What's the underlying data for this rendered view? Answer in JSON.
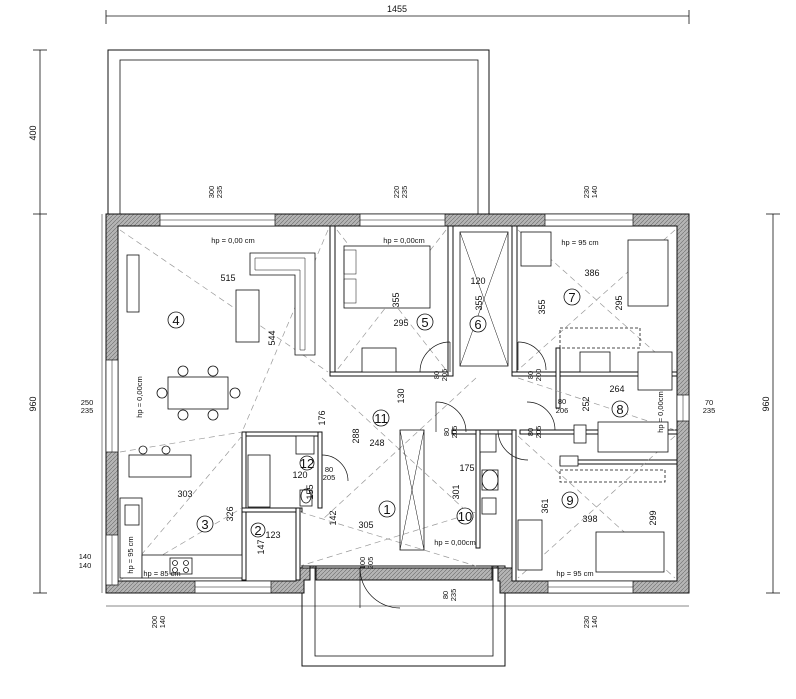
{
  "dimensions": {
    "overall_width": "1455",
    "terrace_depth": "400",
    "overall_depth_left": "960",
    "overall_depth_right": "960",
    "window_top_1": [
      "300",
      "235"
    ],
    "window_top_2": [
      "220",
      "235"
    ],
    "window_top_3": [
      "230",
      "140"
    ],
    "window_left": [
      "250",
      "235"
    ],
    "window_left_bottom": [
      "140",
      "140"
    ],
    "window_right": [
      "70",
      "235"
    ],
    "window_bottom_1": [
      "200",
      "140"
    ],
    "window_bottom_2": [
      "230",
      "140"
    ],
    "door_entry": [
      "100",
      "205"
    ],
    "door_bottom": [
      "80",
      "235"
    ],
    "door_5": [
      "80",
      "205"
    ],
    "door_7": [
      "80",
      "200"
    ],
    "door_8": [
      "80",
      "206"
    ],
    "door_9": [
      "80",
      "205"
    ],
    "door_11": [
      "80",
      "205"
    ],
    "door_12": [
      "80",
      "205"
    ]
  },
  "rooms": [
    {
      "num": "1",
      "w": "305",
      "h": "142"
    },
    {
      "num": "2",
      "w": "123",
      "h": "147"
    },
    {
      "num": "3",
      "w": "303",
      "h": "326"
    },
    {
      "num": "4",
      "w": "515",
      "h": "544"
    },
    {
      "num": "5",
      "w": "295",
      "h": "355"
    },
    {
      "num": "6",
      "w": "120",
      "h": "355"
    },
    {
      "num": "7",
      "w": "386",
      "h": "295"
    },
    {
      "num": "8",
      "w": "264",
      "h": "252"
    },
    {
      "num": "9",
      "w": "398",
      "h": "299"
    },
    {
      "num": "10",
      "w": "175",
      "h": "301"
    },
    {
      "num": "11",
      "w": "248",
      "h": "288"
    },
    {
      "num": "12",
      "w": "120",
      "h": "155"
    }
  ],
  "extra_dims": [
    "176",
    "130",
    "361",
    "355"
  ],
  "hp_labels": {
    "living": "hp = 0,00 cm",
    "bedroom5": "hp = 0,00cm",
    "room7": "hp = 95 cm",
    "left": "hp = 0,00cm",
    "bath8": "hp = 0,00cm",
    "hall10": "hp = 0,00cm",
    "room9": "hp = 95 cm",
    "kitchen1": "hp = 95 cm",
    "kitchen2": "hp = 85 cm"
  },
  "colors": {
    "line": "#111111",
    "wall_fill": "#a8a8a8",
    "diag": "#999999"
  }
}
